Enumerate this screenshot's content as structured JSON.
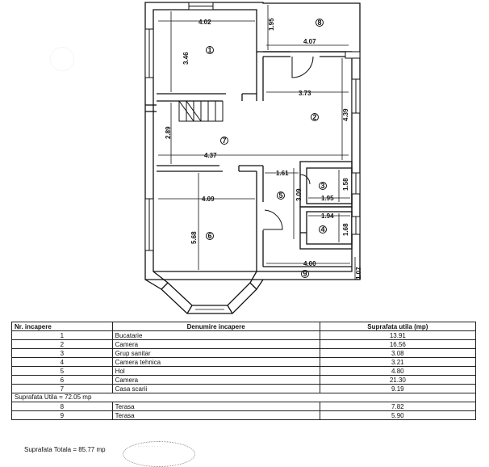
{
  "plan": {
    "dimensions": [
      "4.02",
      "1.95",
      "4.07",
      "3.46",
      "3.73",
      "4.39",
      "2.89",
      "4.37",
      "1.61",
      "3.09",
      "1.58",
      "1.95",
      "1.94",
      "1.68",
      "4.09",
      "5.68",
      "4.00",
      "1.07"
    ],
    "room_numbers": [
      "1",
      "2",
      "3",
      "4",
      "5",
      "6",
      "7",
      "8",
      "9"
    ]
  },
  "table": {
    "headers": [
      "Nr. incapere",
      "Denumire incapere",
      "Suprafata utila (mp)"
    ],
    "rows": [
      [
        "1",
        "Bucatarie",
        "13.91"
      ],
      [
        "2",
        "Camera",
        "16.56"
      ],
      [
        "3",
        "Grup sanitar",
        "3.08"
      ],
      [
        "4",
        "Camera tehnica",
        "3.21"
      ],
      [
        "5",
        "Hol",
        "4.80"
      ],
      [
        "6",
        "Camera",
        "21.30"
      ],
      [
        "7",
        "Casa scarii",
        "9.19"
      ]
    ],
    "utila": "Suprafata Utila = 72.05 mp",
    "terase": [
      [
        "8",
        "Terasa",
        "7.82"
      ],
      [
        "9",
        "Terasa",
        "5.90"
      ]
    ],
    "totala": "Suprafata Totala = 85.77 mp"
  }
}
